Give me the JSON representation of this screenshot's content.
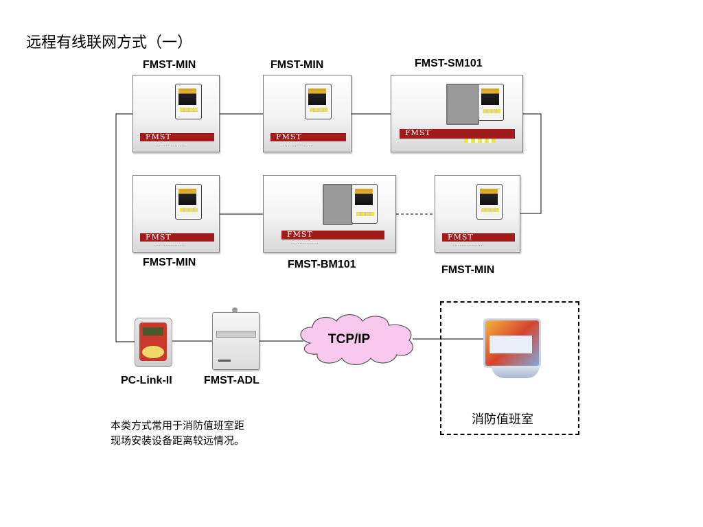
{
  "title": "远程有线联网方式（一）",
  "devices": {
    "min1": "FMST-MIN",
    "min2": "FMST-MIN",
    "sm101": "FMST-SM101",
    "min3": "FMST-MIN",
    "bm101": "FMST-BM101",
    "min4": "FMST-MIN",
    "pclink": "PC-Link-II",
    "adl": "FMST-ADL"
  },
  "brand": "FMST",
  "network": "TCP/IP",
  "control_room": "消防值班室",
  "note": [
    "本类方式常用于消防值班室距",
    "现场安装设备距离较远情况。"
  ],
  "colors": {
    "brand_red": "#a21b1b",
    "cloud_pink": "#f9c8ef",
    "panel_yellow": "#f0e34a"
  }
}
